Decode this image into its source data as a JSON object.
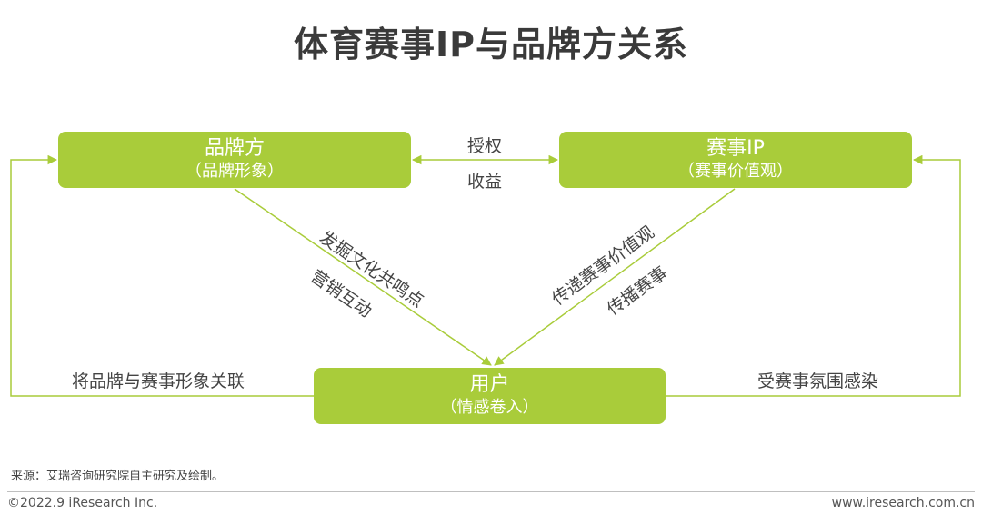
{
  "title": "体育赛事IP与品牌方关系",
  "colors": {
    "node": "#a9cc3a",
    "line": "#a9cc3a"
  },
  "nodes": {
    "brand": {
      "main": "品牌方",
      "sub": "（品牌形象）"
    },
    "ip": {
      "main": "赛事IP",
      "sub": "（赛事价值观）"
    },
    "user": {
      "main": "用户",
      "sub": "（情感卷入）"
    }
  },
  "labels": {
    "authorize": "授权",
    "revenue": "收益",
    "discover": "发掘文化共鸣点",
    "marketing": "营销互动",
    "transmit_values": "传递赛事价值观",
    "spread": "传播赛事",
    "link_brand": "将品牌与赛事形象关联",
    "infect": "受赛事氛围感染"
  },
  "footer": {
    "source": "来源：艾瑞咨询研究院自主研究及绘制。",
    "copyright": "©2022.9 iResearch Inc.",
    "site": "www.iresearch.com.cn"
  }
}
